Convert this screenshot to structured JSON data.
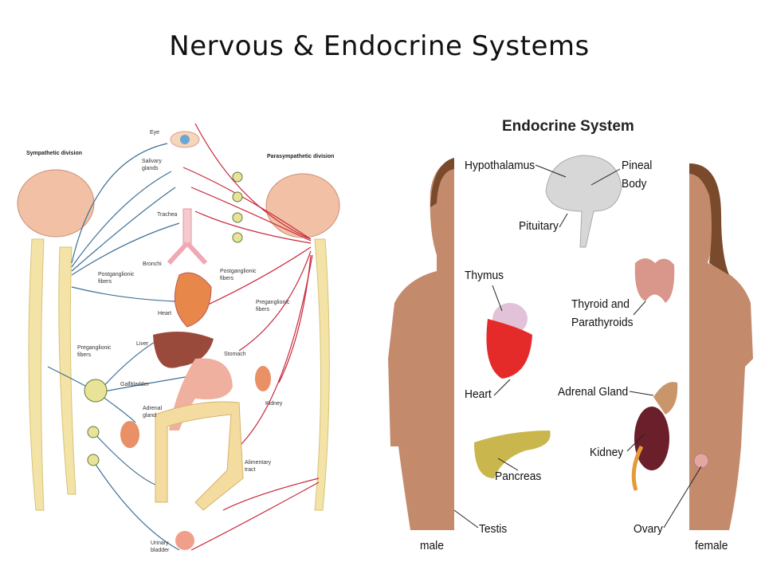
{
  "slide": {
    "title": "Nervous & Endocrine Systems"
  },
  "nervous_diagram": {
    "labels": {
      "sympathetic": "Sympathetic division",
      "parasympathetic": "Parasympathetic division",
      "eye": "Eye",
      "salivary": "Salivary glands",
      "trachea": "Trachea",
      "bronchi": "Bronchi",
      "postganglionic_left": "Postganglionic fibers",
      "postganglionic_right": "Postganglionic fibers",
      "heart": "Heart",
      "preganglionic_right": "Preganglionic fibers",
      "preganglionic_left": "Preganglionic fibers",
      "liver": "Liver",
      "stomach": "Stomach",
      "gallbladder": "Gallbladder",
      "kidney": "Kidney",
      "adrenal": "Adrenal gland",
      "alimentary": "Alimentary tract",
      "bladder": "Urinary bladder"
    },
    "colors": {
      "sympathetic": "#3d6f95",
      "parasympathetic": "#c8283c",
      "spine": "#f3e3a6"
    }
  },
  "endocrine_diagram": {
    "title": "Endocrine System",
    "labels": {
      "hypothalamus": "Hypothalamus",
      "pineal": "Pineal Body",
      "pituitary": "Pituitary",
      "thymus": "Thymus",
      "thyroid": "Thyroid and Parathyroids",
      "heart": "Heart",
      "adrenal": "Adrenal Gland",
      "kidney": "Kidney",
      "pancreas": "Pancreas",
      "testis": "Testis",
      "ovary": "Ovary",
      "male": "male",
      "female": "female"
    },
    "colors": {
      "skin": "#c48a6c",
      "hair": "#7a4a2c"
    }
  }
}
